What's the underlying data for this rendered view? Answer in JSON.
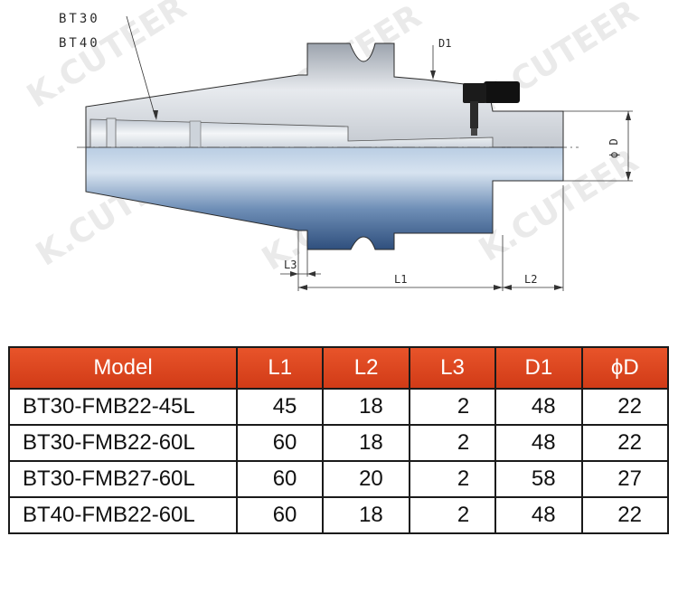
{
  "drawing": {
    "labels": {
      "bt30": "BT30",
      "bt40": "BT40",
      "d1": "D1",
      "phi_d": "ϕ D",
      "l1": "L1",
      "l2": "L2",
      "l3": "L3"
    },
    "watermark": "K.CUTEER",
    "colors": {
      "body_dark": "#3f5f8a",
      "body_light": "#dfe6ee",
      "cap_gray": "#6e7177",
      "key_black": "#111111"
    }
  },
  "table": {
    "headers": [
      "Model",
      "L1",
      "L2",
      "L3",
      "D1",
      "ϕD"
    ],
    "rows": [
      [
        "BT30-FMB22-45L",
        "45",
        "18",
        "2",
        "48",
        "22"
      ],
      [
        "BT30-FMB22-60L",
        "60",
        "18",
        "2",
        "48",
        "22"
      ],
      [
        "BT30-FMB27-60L",
        "60",
        "20",
        "2",
        "58",
        "27"
      ],
      [
        "BT40-FMB22-60L",
        "60",
        "18",
        "2",
        "48",
        "22"
      ]
    ],
    "header_color": "#e04a22"
  }
}
